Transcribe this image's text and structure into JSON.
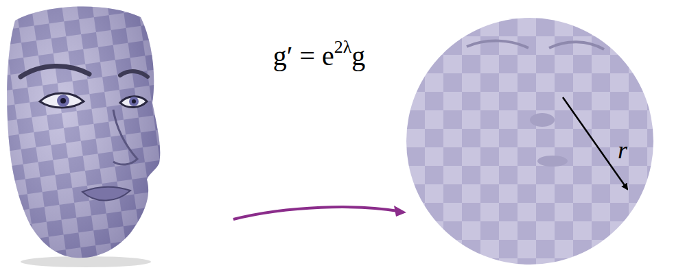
{
  "diagram": {
    "labels": [
      "g′ = e",
      "2λ",
      "g",
      "r"
    ]
  }
}
